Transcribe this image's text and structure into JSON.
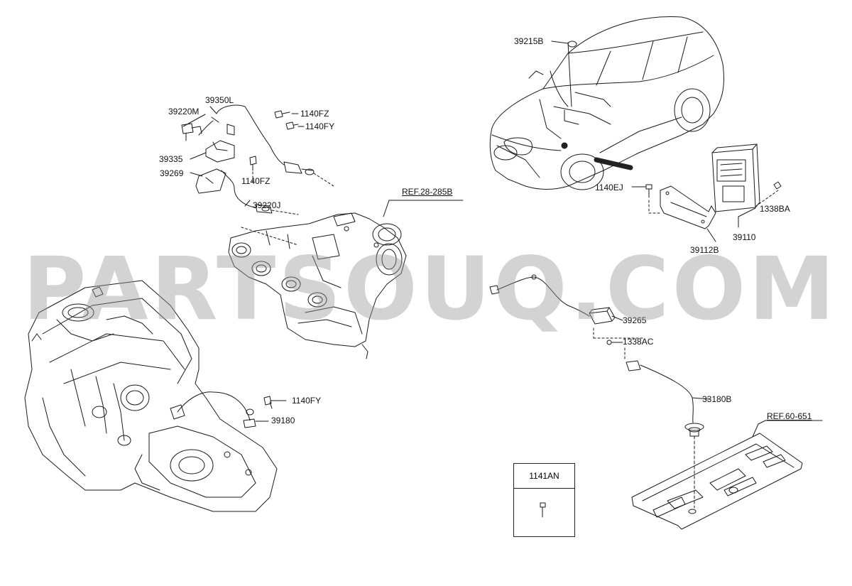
{
  "diagram": {
    "part_labels": {
      "p39215B": "39215B",
      "p39350L": "39350L",
      "p39220M": "39220M",
      "p1140FZ_a": "1140FZ",
      "p1140FY_a": "1140FY",
      "p39335": "39335",
      "p39269": "39269",
      "p1140FZ_b": "1140FZ",
      "p39220J": "39220J",
      "p1140EJ": "1140EJ",
      "p1338BA": "1338BA",
      "p39110": "39110",
      "p39112B": "39112B",
      "p39265": "39265",
      "p1338AC": "1338AC",
      "p33180B": "33180B",
      "p1140FY_b": "1140FY",
      "p39180": "39180"
    },
    "references": {
      "ref_exhaust": "REF.28-285B",
      "ref_floor": "REF.60-651"
    },
    "legend": {
      "code": "1141AN"
    },
    "watermark": "PARTSOUQ.COM"
  }
}
